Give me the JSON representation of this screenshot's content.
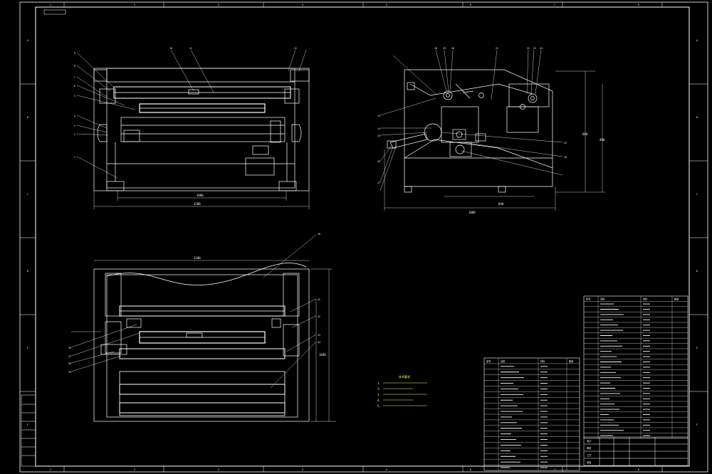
{
  "drawing": {
    "background": "#000000",
    "line_color": "#ffffff",
    "dim_color": "#ffffff",
    "accent_color": "#ffff00",
    "label_color": "#ffff66",
    "grid_columns": [
      "1",
      "2",
      "3",
      "4",
      "5",
      "6",
      "7",
      "8"
    ],
    "grid_rows": [
      "A",
      "B",
      "C",
      "D",
      "E",
      "F"
    ]
  },
  "views": {
    "front": {
      "dims": [
        "1000",
        "1200"
      ],
      "callouts": [
        "1",
        "2",
        "3",
        "4",
        "5",
        "6",
        "7",
        "8",
        "9",
        "10",
        "11",
        "12"
      ]
    },
    "side": {
      "dims": [
        "840",
        "1000",
        "600",
        "480"
      ],
      "callouts_left": [
        "13",
        "14",
        "15",
        "16",
        "17"
      ],
      "callouts_right": [
        "18",
        "19",
        "20",
        "21",
        "22",
        "23",
        "24",
        "25",
        "26"
      ]
    },
    "top": {
      "dims": [
        "1100",
        "1040"
      ],
      "callouts_left": [
        "36",
        "37",
        "38",
        "39"
      ],
      "callouts_right": [
        "40",
        "41",
        "42",
        "43",
        "44"
      ]
    }
  },
  "notes": {
    "title": "技术要求",
    "lines": [
      "1. ",
      "2. ",
      "3. ",
      "4. ",
      "5. "
    ]
  },
  "parts_table": {
    "headers": [
      "序号",
      "名称",
      "材料",
      "数量"
    ],
    "row_count": 19
  },
  "parts_table_right": {
    "headers": [
      "序号",
      "名称",
      "材料",
      "数量"
    ],
    "row_count": 26
  },
  "title_block": {
    "labels": [
      "设计",
      "审核",
      "工艺",
      "批准"
    ]
  }
}
